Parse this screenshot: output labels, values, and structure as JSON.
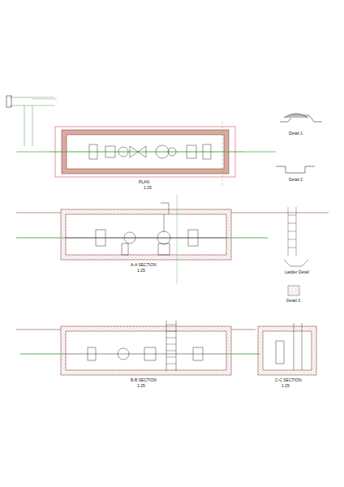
{
  "diagram": {
    "labels": [
      "PLAN",
      "1:25",
      "A-A SECTION",
      "1:25",
      "B-B SECTION",
      "1:25",
      "C-C SECTION",
      "1:25",
      "Detail 1",
      "Detail 2",
      "Ladder Detail",
      "Detail 3"
    ]
  }
}
